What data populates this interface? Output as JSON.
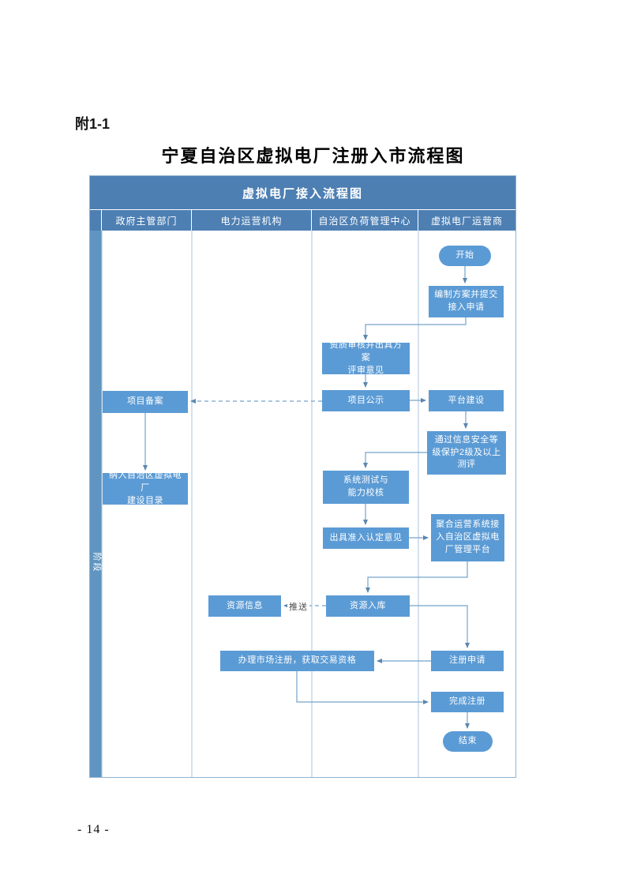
{
  "page": {
    "attachment_label": "附1-1",
    "title": "宁夏自治区虚拟电厂注册入市流程图",
    "page_number": "- 14 -"
  },
  "flowchart": {
    "header": "虚拟电厂接入流程图",
    "stage_label": "阶段",
    "lanes": [
      {
        "label": "政府主管部门"
      },
      {
        "label": "电力运营机构"
      },
      {
        "label": "自治区负荷管理中心"
      },
      {
        "label": "虚拟电厂运营商"
      }
    ],
    "nodes": {
      "start": "开始",
      "prepare_plan": "编制方案并提交\n接入申请",
      "qualification_review": "资质审核并出具方案\n评审意见",
      "project_publicity": "项目公示",
      "platform_build": "平台建设",
      "security_eval": "通过信息安全等\n级保护2级及以上\n测评",
      "project_filing": "项目备案",
      "catalog_inclusion": "纳入自治区虚拟电厂\n建设目录",
      "system_test": "系统测试与\n能力校核",
      "admission_opinion": "出具准入认定意见",
      "aggregate_access": "聚合运营系统接\n入自治区虚拟电\n厂管理平台",
      "resource_info": "资源信息",
      "resource_storage": "资源入库",
      "market_registration": "办理市场注册，获取交易资格",
      "registration_apply": "注册申请",
      "registration_done": "完成注册",
      "end": "结束",
      "push_label": "推送"
    },
    "colors": {
      "header_bg": "#4d7fb3",
      "stage_strip_bg": "#6095c1",
      "node_bg": "#5b9bd5",
      "arrow_line": "#76a3cb",
      "frame_border": "#8fb4d4",
      "node_text": "#ffffff"
    }
  }
}
